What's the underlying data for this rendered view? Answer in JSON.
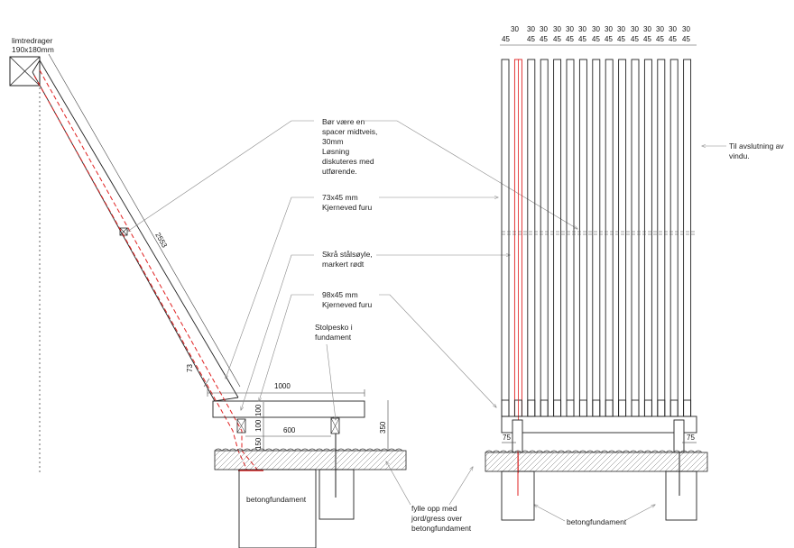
{
  "side_view": {
    "beam_label_1": "limtredrager",
    "beam_label_2": "190x180mm",
    "dim_diagonal": "2553",
    "dim_73": "73",
    "dim_1000": "1000",
    "dim_600": "600",
    "dim_100a": "100",
    "dim_100b": "100",
    "dim_150": "150",
    "dim_350": "350"
  },
  "notes": {
    "spacer": [
      "Bør være en",
      "spacer midtveis,",
      "30mm",
      "Løsning",
      "diskuteres med",
      "utførende."
    ],
    "slat73": [
      "73x45 mm",
      "Kjerneved furu"
    ],
    "steel": [
      "Skrå stålsøyle,",
      "markert rødt"
    ],
    "slat98": [
      "98x45 mm",
      "Kjerneved furu"
    ],
    "stolpesko": [
      "Stolpesko i",
      "fundament"
    ],
    "window": [
      "Til avslutning av",
      "vindu."
    ],
    "fill": [
      "fylle opp med",
      "jord/gress over",
      "betongfundament"
    ],
    "foundation_left": "betongfundament",
    "foundation_right": "betongfundament"
  },
  "front_view": {
    "top_row": [
      "30",
      "30",
      "30",
      "30",
      "30",
      "30",
      "30",
      "30",
      "30",
      "30"
    ],
    "bottom_row": [
      "45",
      "45",
      "45",
      "45",
      "45",
      "45",
      "45",
      "45",
      "45",
      "45",
      "45"
    ],
    "dim_75_left": "75",
    "dim_75_right": "75"
  },
  "colors": {
    "line": "#222222",
    "steel": "#e02020",
    "leader": "#888888"
  }
}
